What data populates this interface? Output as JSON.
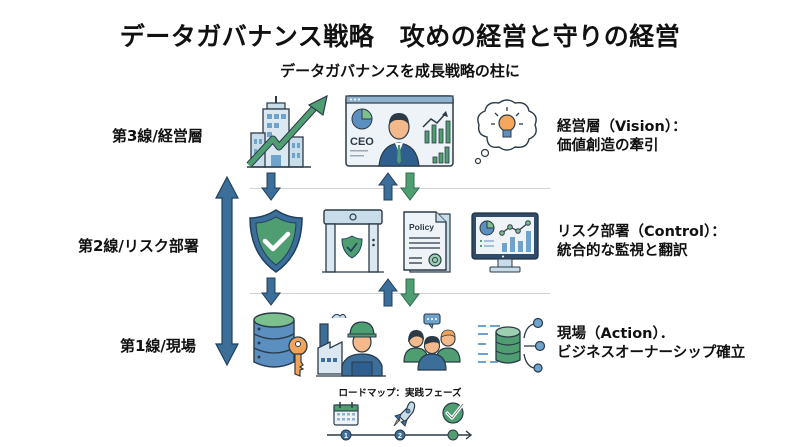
{
  "header": {
    "title": "データガバナンス戦略　攻めの経営と守りの経営",
    "subtitle": "データガバナンスを成長戦略の柱に"
  },
  "tiers": [
    {
      "label": "第3線/経営層",
      "description_line1": "経営層（Vision）：",
      "description_line2": "価値創造の牽引",
      "icons": [
        "building-growth-icon",
        "ceo-dashboard-icon",
        "idea-bulb-icon"
      ]
    },
    {
      "label": "第2線/リスク部署",
      "description_line1": "リスク部署（Control）：",
      "description_line2": "統合的な監視と翻訳",
      "icons": [
        "security-shield-icon",
        "security-gate-icon",
        "policy-document-icon",
        "analytics-monitor-icon"
      ]
    },
    {
      "label": "第1線/現場",
      "description_line1": "現場（Action）．",
      "description_line2": "ビジネスオーナーシップ確立",
      "icons": [
        "database-key-icon",
        "factory-worker-icon",
        "team-chat-icon",
        "data-flow-icon"
      ]
    }
  ],
  "icon_text": {
    "ceo_label": "CEO",
    "policy_label": "Policy"
  },
  "roadmap": {
    "title": "ロードマップ：実践フェーズ",
    "steps": [
      {
        "number": "1",
        "icon": "calendar-icon"
      },
      {
        "number": "2",
        "icon": "rocket-icon"
      },
      {
        "number": "",
        "icon": "check-circle-icon"
      }
    ]
  },
  "colors": {
    "blue": "#3c6e9a",
    "blue_dark": "#234f73",
    "green": "#4f9e72",
    "light_blue": "#c9dcea",
    "orange": "#f0a45a",
    "gray": "#cfd3d6"
  }
}
